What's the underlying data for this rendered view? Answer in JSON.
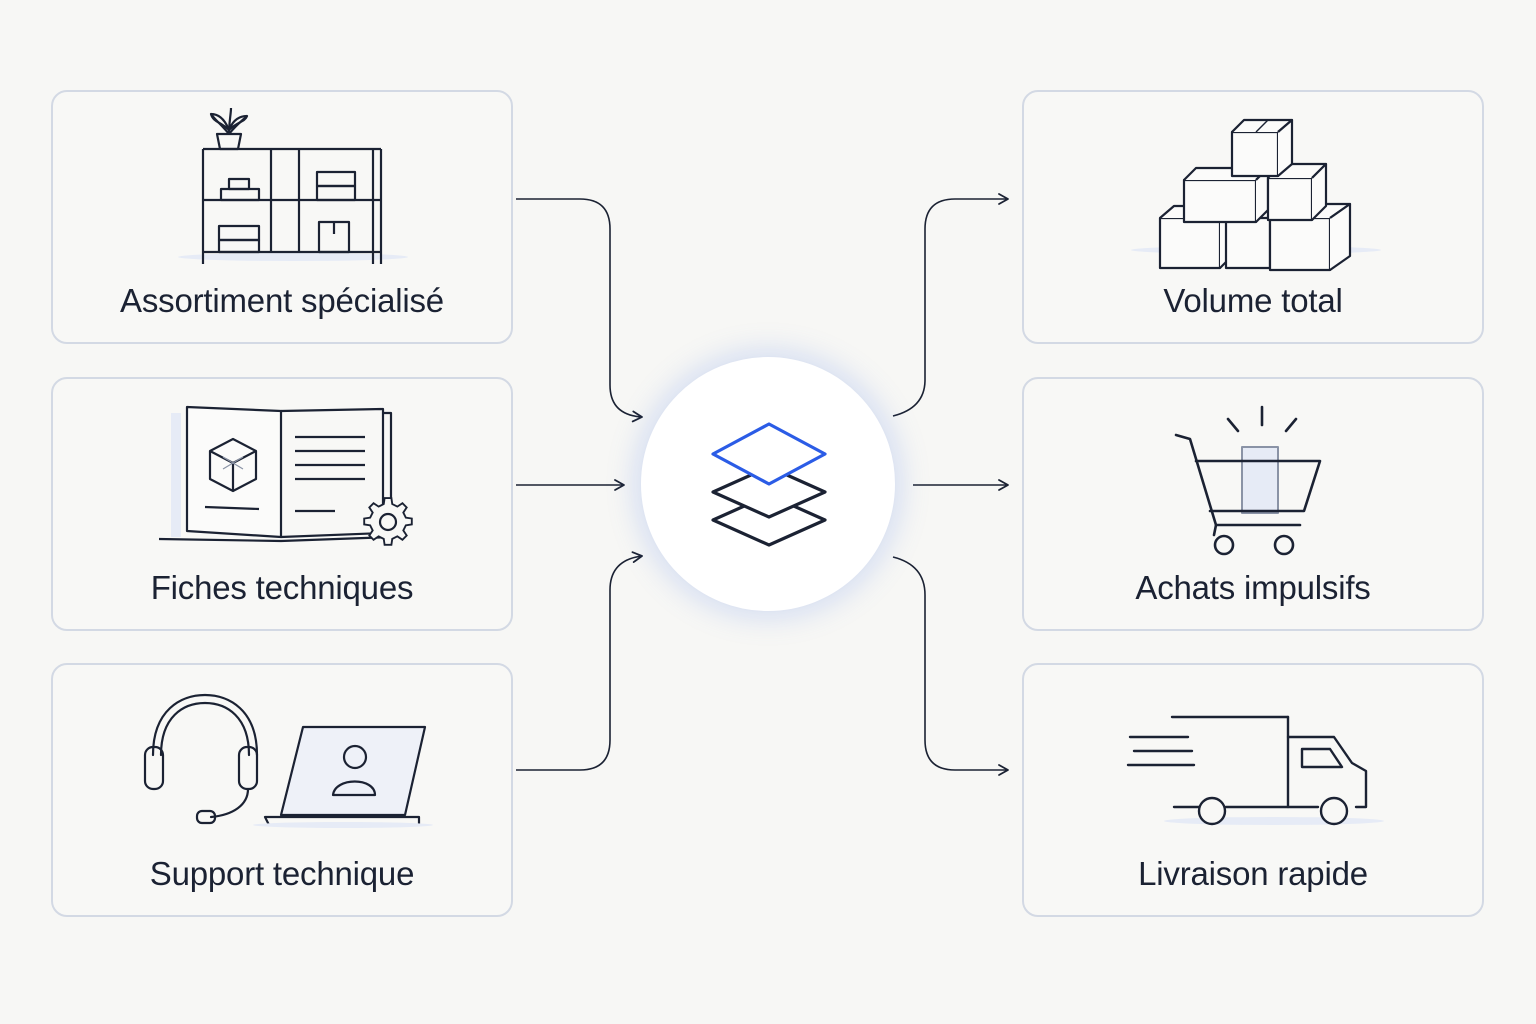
{
  "colors": {
    "background": "#f7f7f5",
    "card_border": "#d3d9e4",
    "stroke": "#1b2233",
    "accent": "#2b5ce6",
    "tint": "#e6ebf6"
  },
  "inputs": [
    {
      "label": "Assortiment spécialisé",
      "icon": "shelf-icon"
    },
    {
      "label": "Fiches techniques",
      "icon": "manual-icon"
    },
    {
      "label": "Support technique",
      "icon": "headset-laptop-icon"
    }
  ],
  "hub": {
    "icon": "layers-icon"
  },
  "outputs": [
    {
      "label": "Volume total",
      "icon": "boxes-icon"
    },
    {
      "label": "Achats impulsifs",
      "icon": "cart-icon"
    },
    {
      "label": "Livraison rapide",
      "icon": "truck-icon"
    }
  ]
}
